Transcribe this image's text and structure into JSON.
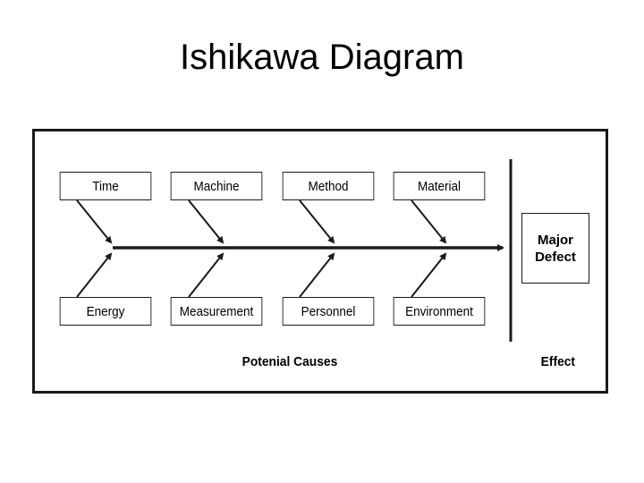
{
  "title": "Ishikawa Diagram",
  "causes_top": [
    "Time",
    "Machine",
    "Method",
    "Material"
  ],
  "causes_bottom": [
    "Energy",
    "Measurement",
    "Personnel",
    "Environment"
  ],
  "effect": {
    "line1": "Major",
    "line2": "Defect"
  },
  "labels": {
    "causes": "Potenial Causes",
    "effect": "Effect"
  }
}
